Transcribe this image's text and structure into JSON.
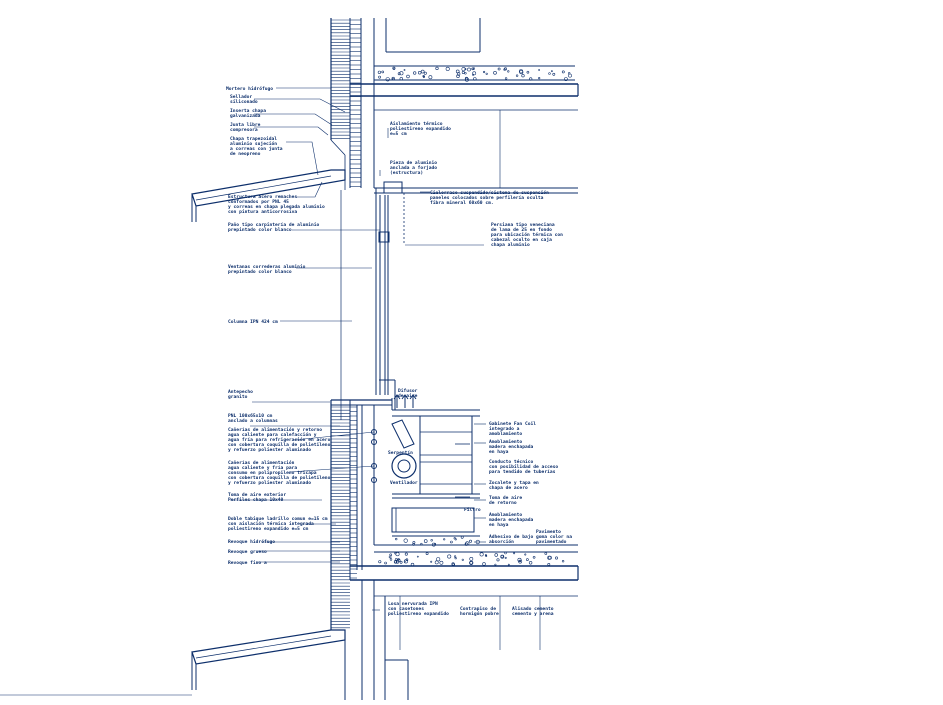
{
  "drawing": {
    "ink_color": "#0d2f6b",
    "background": "#ffffff"
  },
  "labels": {
    "mortero_hidrofugo": "Mortero hidrófugo",
    "sellador": "Sellador",
    "sellador_2": "siliconado",
    "inserta": "Inserta chapa",
    "inserta_2": "galvanizada",
    "junta": "Junta libre",
    "junta_2": "compresora",
    "chapa": "Chapa trapezoidal",
    "chapa_2": "aluminio sujeción",
    "chapa_3": "a correas con junta",
    "chapa_4": "de neopreno",
    "aislamiento": "Aislamiento térmico",
    "aislamiento_2": "poliestireno expandido",
    "aislamiento_3": "e=5 cm",
    "pieza": "Pieza de aluminio",
    "pieza_2": "anclada a forjado",
    "pieza_3": "(estructura)",
    "cielorraso": "Cielorraso suspendido/sistema de suspensión",
    "cielorraso_2": "paneles colocados sobre perfilería oculta",
    "cielorraso_3": "fibra mineral 60x60 cm.",
    "estructura": "Estructura acero remaches",
    "estructura_2": "conformados por PNL 45",
    "estructura_3": "y correas en chapa plegada aluminio",
    "estructura_4": "con pintura anticorrosiva",
    "panotip": "Paño tipo carpintería de aluminio",
    "panotip_2": "prepintado color blanco",
    "persiana": "Persiana tipo veneciana",
    "persiana_2": "de lama de 25 en fondo",
    "persiana_3": "para ubicación térmica con",
    "persiana_4": "cabezal oculto en caja",
    "persiana_5": "chapa aluminio",
    "ventanas": "Ventanas correderas aluminio",
    "ventanas_2": "prepintado color blanco",
    "columna": "Columna IPN 424 cm",
    "antepecho": "Antepecho",
    "antepecho_2": "granito",
    "difusor": "Difusor",
    "difusor_2": "de aire",
    "pnl": "PNL 100x65x10 cm",
    "pnl_2": "anclado a columnas",
    "caneria1": "Cañerías de alimentación y retorno",
    "caneria1_2": "agua caliente para calefacción y",
    "caneria1_3": "agua fría para refrigeración en acero",
    "caneria1_4": "con cobertura coquilla de polietileno",
    "caneria1_5": "y refuerzo poliester aluminado",
    "caneria2": "Cañerías de alimentación",
    "caneria2_2": "agua caliente y fría para",
    "caneria2_3": "consumo en polipropileno tricapa",
    "caneria2_4": "con cobertura coquilla de polietileno",
    "caneria2_5": "y refuerzo poliester aluminado",
    "serpentin": "Serpentín",
    "ventilador": "Ventilador",
    "toma_ext": "Toma de aire exterior",
    "toma_ext_2": "Perfiles chapa 10x40",
    "gabinete": "Gabinete Fan Coil",
    "gabinete_2": "integrado a",
    "gabinete_3": "amoblamiento",
    "amoblamiento": "Amoblamiento",
    "amoblamiento_2": "madera enchapada",
    "amoblamiento_3": "en haya",
    "conducto": "Conducto técnico",
    "conducto_2": "con posibilidad de acceso",
    "conducto_3": "para tendido de tuberías",
    "zocalo": "Zocalete y tapa en",
    "zocalo_2": "chapa de acero",
    "toma_ret": "Toma de aire",
    "toma_ret_2": "de retorno",
    "filtro": "Filtro",
    "amoblamiento2": "Amoblamiento",
    "amoblamiento2_2": "madera enchapada",
    "amoblamiento2_3": "en haya",
    "doble_tabique": "Doble tabique ladrillo comun e=15 cm",
    "doble_tabique_2": "con aislación térmica integrada",
    "doble_tabique_3": "poliestireno expandido e=5 cm",
    "pavimento": "Pavimento",
    "pavimento_2": "goma color na",
    "adhesivo": "Adhesivo de bajo",
    "adhesivo_2": "absorción",
    "adhesivo_3": "pavimentado",
    "revoque_h": "Revoque hidrófugo",
    "revoque_g": "Revoque grueso",
    "revoque_f": "Revoque fino a",
    "losa": "Losa nervurada IPN",
    "losa_2": "con casetones",
    "losa_3": "poliestireno expandido",
    "contrapiso": "Contrapiso de",
    "contrapiso_2": "hormigón pobre",
    "alisado": "Alisado cemento",
    "alisado_2": "cemento y arena"
  }
}
